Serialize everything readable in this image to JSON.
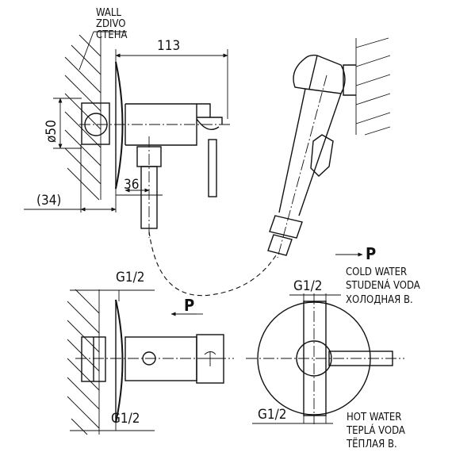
{
  "wall_labels": [
    "WALL",
    "ZDIVO",
    "СТЕНА"
  ],
  "dimensions": {
    "length": "113",
    "diameter": "ø50",
    "depth": "(34)",
    "spacing": "36"
  },
  "threads": {
    "side_bottom": "G1/2",
    "side_top": "G1/2",
    "front_top": "G1/2",
    "front_bottom": "G1/2"
  },
  "flow_marker": "P",
  "cold_water": [
    "COLD WATER",
    "STUDENÁ VODA",
    "ХОЛОДНАЯ В."
  ],
  "hot_water": [
    "HOT WATER",
    "TEPLÁ VODA",
    "ТЁПЛАЯ В."
  ]
}
